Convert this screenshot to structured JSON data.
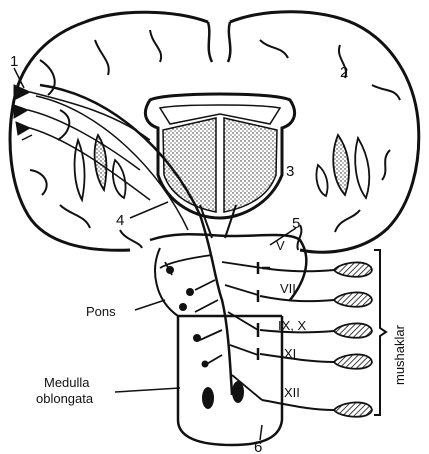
{
  "labels": {
    "n1": "1",
    "n2": "2",
    "n3": "3",
    "n4": "4",
    "n5": "5",
    "n6": "6",
    "pons": "Pons",
    "medulla_line1": "Medulla",
    "medulla_line2": "oblongata",
    "muscles": "mushaklar"
  },
  "cranial_nerves": [
    "V",
    "VII",
    "IX, X",
    "XI",
    "XII"
  ],
  "colors": {
    "ink": "#111111",
    "background": "#ffffff"
  }
}
